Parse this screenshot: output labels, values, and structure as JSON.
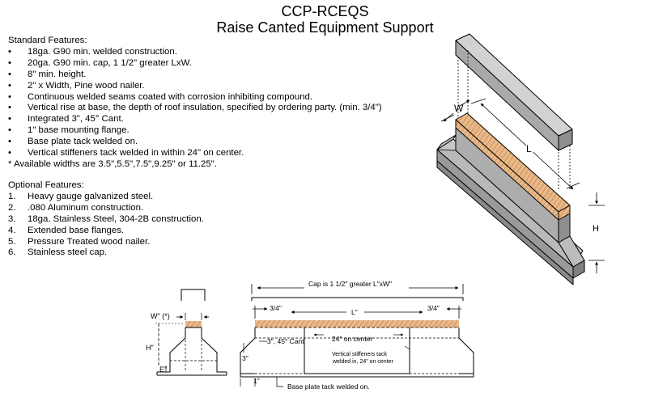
{
  "title": "CCP-RCEQS",
  "subtitle": "Raise Canted Equipment Support",
  "standard_features": {
    "heading": "Standard Features:",
    "items": [
      "18ga. G90 min. welded construction.",
      "20ga. G90 min. cap, 1 1/2\" greater LxW.",
      "8\" min. height.",
      "2\" x Width, Pine wood nailer.",
      "Continuous welded seams coated with corrosion inhibiting compound.",
      "Vertical rise at base, the depth of roof insulation, specified by ordering party. (min. 3/4\")",
      "Integrated 3\", 45° Cant.",
      "1\" base mounting flange.",
      "Base plate tack welded on.",
      "Vertical stiffeners tack welded in within 24\" on center."
    ],
    "note": "* Available widths are 3.5\",5.5\",7.5\",9.25\" or 11.25\"."
  },
  "optional_features": {
    "heading": "Optional Features:",
    "items": [
      {
        "num": "1.",
        "text": "Heavy gauge galvanized steel."
      },
      {
        "num": "2.",
        "text": ".080 Aluminum construction."
      },
      {
        "num": "3.",
        "text": "18ga. Stainless Steel, 304-2B construction."
      },
      {
        "num": "4.",
        "text": "Extended base flanges."
      },
      {
        "num": "5.",
        "text": "Pressure Treated wood nailer."
      },
      {
        "num": "6.",
        "text": "Stainless steel cap."
      }
    ]
  },
  "iso_drawing": {
    "label_w": "W",
    "label_l": "L",
    "label_h": "H"
  },
  "side_section": {
    "label_w": "W\" (*)",
    "label_h": "H\"",
    "label_e": "E\""
  },
  "front_section": {
    "cap_label": "Cap is 1 1/2\" greater L\"xW\"",
    "left_offset": "3/4\"",
    "right_offset": "3/4\"",
    "length_label": "L\"",
    "cant_label": "3\", 45° Cant",
    "spacing_label": "24\" on center",
    "stiffener_note_line1": "Vertical stiffeners tack",
    "stiffener_note_line2": "welded in, 24\" on center",
    "cant_height": "3\"",
    "flange_label": "1\"",
    "base_plate_label": "Base plate tack welded on."
  },
  "colors": {
    "metal_light": "#cccccc",
    "metal_mid": "#aaaaaa",
    "metal_dark": "#8f8f8f",
    "wood": "#e8b98a",
    "wood_grain": "#c9874f"
  }
}
